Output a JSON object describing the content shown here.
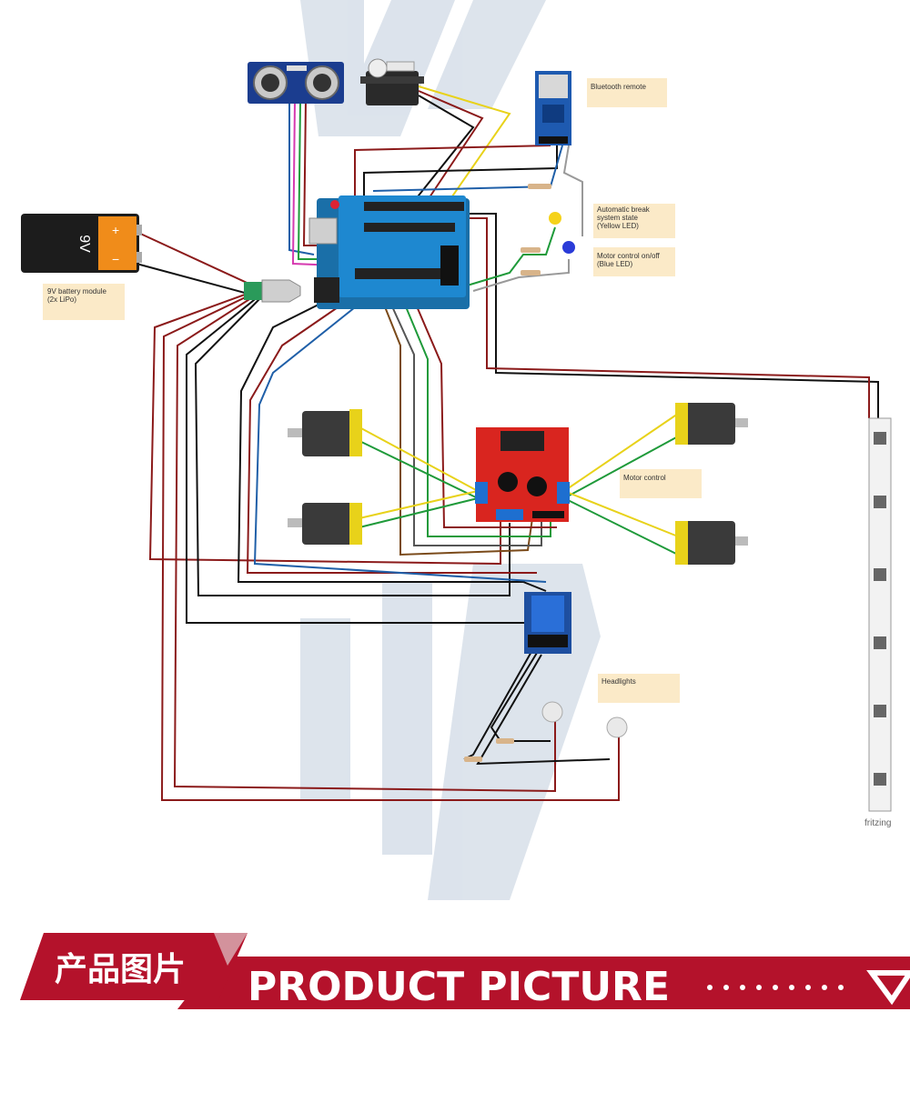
{
  "diagram": {
    "battery": {
      "label": "9V",
      "plus": "+",
      "minus": "−"
    },
    "notes": {
      "battery_module": [
        "9V battery module",
        "(2x LiPo)"
      ],
      "bluetooth": [
        "Bluetooth remote"
      ],
      "brake": [
        "Automatic break",
        "system state",
        "(Yellow LED)"
      ],
      "motor_led": [
        "Motor control on/off",
        "(Blue LED)"
      ],
      "motor_control": [
        "Motor control"
      ],
      "headlights": [
        "Headlights"
      ]
    },
    "fritzing": "fritzing"
  },
  "banner": {
    "title_cn": "产品图片",
    "title_en": "PRODUCT PICTURE",
    "color": "#b4122b"
  }
}
